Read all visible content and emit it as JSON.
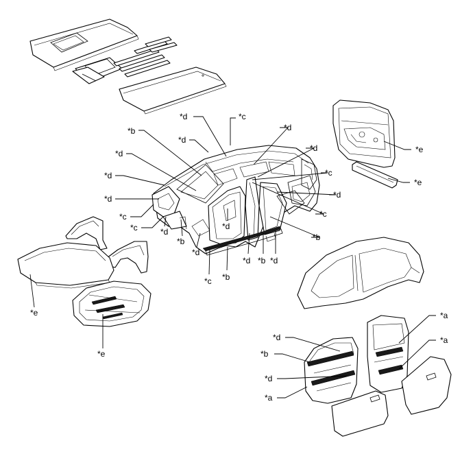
{
  "callouts": {
    "c01": "*d",
    "c02": "*c",
    "c03": "*b",
    "c04": "*d",
    "c05": "*d",
    "c06": "*d",
    "c07": "*d",
    "c08": "*d",
    "c09": "*d",
    "c10": "*c",
    "c11": "*c",
    "c12": "*c",
    "c13": "*d",
    "c14": "*d",
    "c15": "*b",
    "c16": "*d",
    "c17": "*c",
    "c18": "*b",
    "c19": "*d",
    "c20": "*b",
    "c21": "*d",
    "c22": "*b",
    "c23": "*e",
    "c24": "*e",
    "c25": "*e",
    "c26": "*e",
    "c27": "*a",
    "c28": "*a",
    "c29": "*d",
    "c30": "*b",
    "c31": "*d",
    "c32": "*a"
  }
}
